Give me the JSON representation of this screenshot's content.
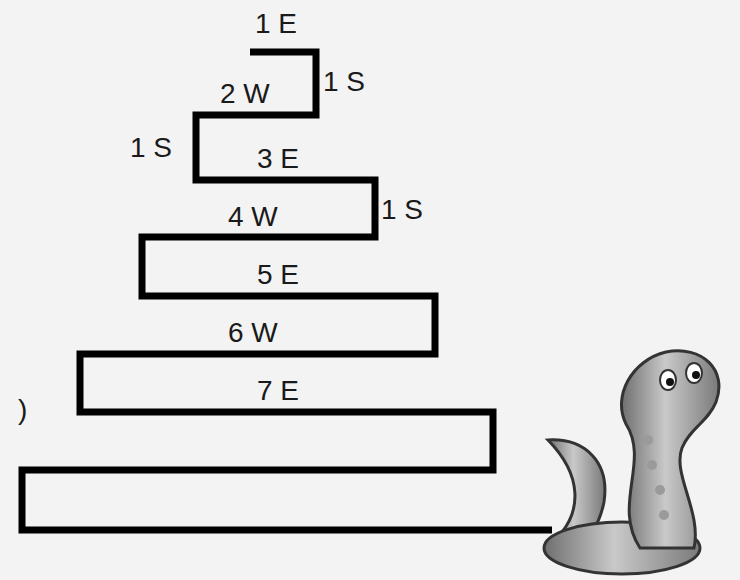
{
  "diagram": {
    "labels": [
      "1 E",
      "1 S",
      "2 W",
      "1 S",
      "3 E",
      "1 S",
      "4 W",
      "5 E",
      "6 W",
      ")",
      "7 E"
    ]
  }
}
